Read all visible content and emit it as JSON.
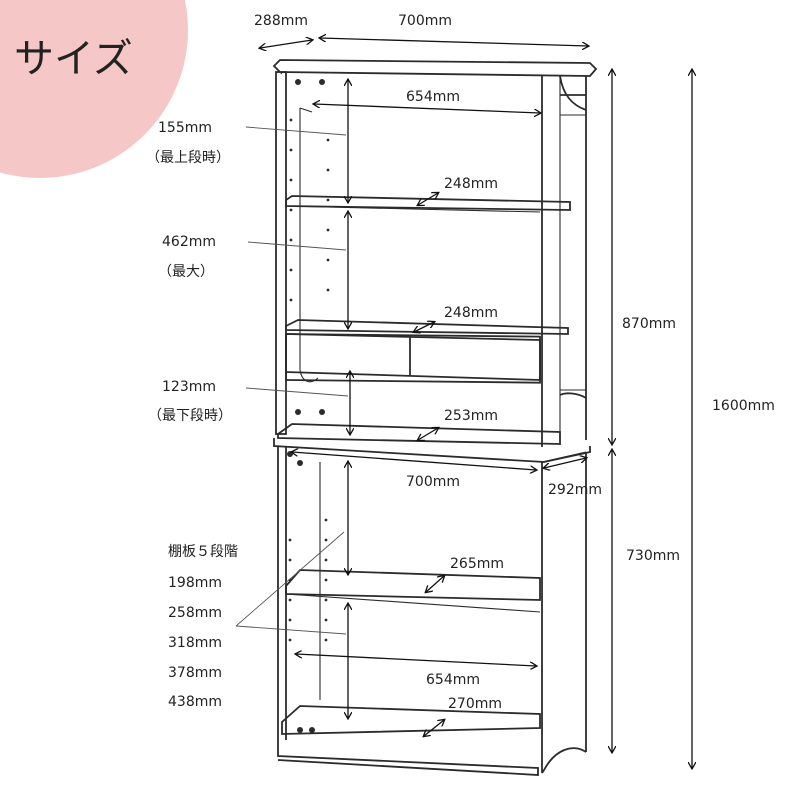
{
  "badge": {
    "text": "サイズ",
    "color": "#f6c7c7"
  },
  "dimensions": {
    "top_depth": "288mm",
    "top_width": "700mm",
    "inner_width_upper": "654mm",
    "shelf_depth_1": "248mm",
    "shelf_depth_2": "248mm",
    "shelf_depth_3": "253mm",
    "bottom_width": "700mm",
    "bottom_depth": "292mm",
    "lower_shelf_depth": "265mm",
    "inner_width_lower": "654mm",
    "bottom_inner_depth": "270mm",
    "upper_height": "870mm",
    "lower_height": "730mm",
    "total_height": "1600mm"
  },
  "annotations": {
    "top_gap": {
      "value": "155mm",
      "note": "（最上段時）"
    },
    "middle_gap": {
      "value": "462mm",
      "note": "（最大）"
    },
    "bottom_gap": {
      "value": "123mm",
      "note": "（最下段時）"
    },
    "lower_shelf": {
      "title": "棚板５段階",
      "values": [
        "198mm",
        "258mm",
        "318mm",
        "378mm",
        "438mm"
      ]
    }
  }
}
